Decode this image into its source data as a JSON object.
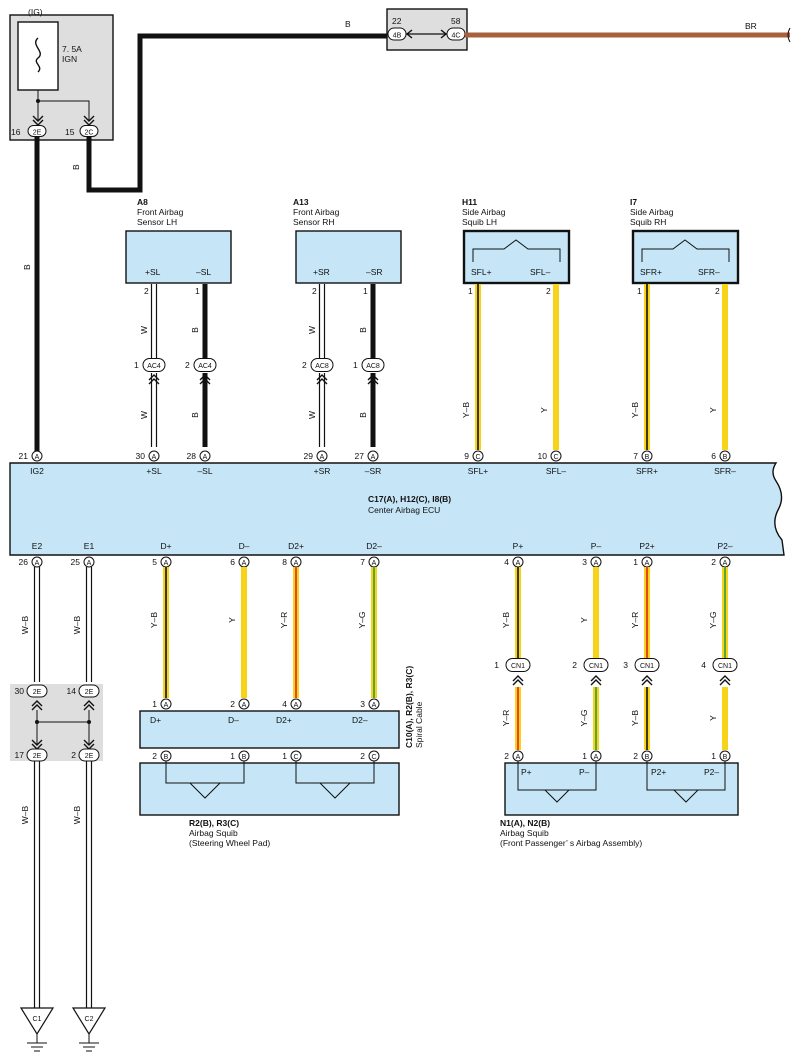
{
  "colors": {
    "ecu_fill": "#c6e6f7",
    "box_fill": "#c6e6f7",
    "junction_fill": "#dedede",
    "wire_black": "#111111",
    "wire_yellow": "#f7d31a",
    "wire_brown": "#a9603c",
    "stripe_red": "#e3251c",
    "stripe_green": "#2e9c3c"
  },
  "fuse": {
    "group": "(IG)",
    "rating": "7. 5A",
    "name": "IGN",
    "out_left": {
      "pin": "16",
      "conn": "2E"
    },
    "out_right": {
      "pin": "15",
      "conn": "2C"
    }
  },
  "top_connector": {
    "left": {
      "pin": "22",
      "conn": "4B"
    },
    "right": {
      "pin": "58",
      "conn": "4C"
    },
    "wire_left": "B",
    "wire_right": "BR"
  },
  "wire_labels": {
    "fuse_2c": "B",
    "ig2_vertical": "B"
  },
  "components": [
    {
      "id": "a8",
      "code": "A8",
      "name1": "Front Airbag",
      "name2": "Sensor LH",
      "t1": "+SL",
      "t2": "–SL"
    },
    {
      "id": "a13",
      "code": "A13",
      "name1": "Front Airbag",
      "name2": "Sensor RH",
      "t1": "+SR",
      "t2": "–SR"
    },
    {
      "id": "h11",
      "code": "H11",
      "name1": "Side Airbag",
      "name2": "Squib LH",
      "t1": "SFL+",
      "t2": "SFL–"
    },
    {
      "id": "i7",
      "code": "I7",
      "name1": "Side Airbag",
      "name2": "Squib RH",
      "t1": "SFR+",
      "t2": "SFR–"
    }
  ],
  "ecu": {
    "code": "C17(A), H12(C), I8(B)",
    "name": "Center Airbag ECU"
  },
  "top_lines": [
    {
      "id": "ig2",
      "comp_pin": "",
      "inline_pin": "",
      "inline_conn": "",
      "wire_top": "",
      "wire_bot": "",
      "ecu_pin": "21",
      "ecu_conn": "A",
      "ecu_label": "IG2"
    },
    {
      "id": "psl",
      "comp_pin": "2",
      "inline_pin": "1",
      "inline_conn": "AC4",
      "wire_top": "W",
      "wire_bot": "W",
      "ecu_pin": "30",
      "ecu_conn": "A",
      "ecu_label": "+SL"
    },
    {
      "id": "msl",
      "comp_pin": "1",
      "inline_pin": "2",
      "inline_conn": "AC4",
      "wire_top": "B",
      "wire_bot": "B",
      "ecu_pin": "28",
      "ecu_conn": "A",
      "ecu_label": "–SL"
    },
    {
      "id": "psr",
      "comp_pin": "2",
      "inline_pin": "2",
      "inline_conn": "AC8",
      "wire_top": "W",
      "wire_bot": "W",
      "ecu_pin": "29",
      "ecu_conn": "A",
      "ecu_label": "+SR"
    },
    {
      "id": "msr",
      "comp_pin": "1",
      "inline_pin": "1",
      "inline_conn": "AC8",
      "wire_top": "B",
      "wire_bot": "B",
      "ecu_pin": "27",
      "ecu_conn": "A",
      "ecu_label": "–SR"
    },
    {
      "id": "sflp",
      "comp_pin": "1",
      "inline_pin": "",
      "inline_conn": "",
      "wire_top": "",
      "wire_bot": "Y–B",
      "ecu_pin": "9",
      "ecu_conn": "C",
      "ecu_label": "SFL+"
    },
    {
      "id": "sflm",
      "comp_pin": "2",
      "inline_pin": "",
      "inline_conn": "",
      "wire_top": "",
      "wire_bot": "Y",
      "ecu_pin": "10",
      "ecu_conn": "C",
      "ecu_label": "SFL–"
    },
    {
      "id": "sfrp",
      "comp_pin": "1",
      "inline_pin": "",
      "inline_conn": "",
      "wire_top": "",
      "wire_bot": "Y–B",
      "ecu_pin": "7",
      "ecu_conn": "B",
      "ecu_label": "SFR+"
    },
    {
      "id": "sfrm",
      "comp_pin": "2",
      "inline_pin": "",
      "inline_conn": "",
      "wire_top": "",
      "wire_bot": "Y",
      "ecu_pin": "6",
      "ecu_conn": "B",
      "ecu_label": "SFR–"
    }
  ],
  "bottom_lines": [
    {
      "id": "e2",
      "ecu_label": "E2",
      "ecu_pin": "26",
      "ecu_conn": "A",
      "wire_mid": "W–B",
      "cn_pin": "",
      "cn_conn": "",
      "wire_low": "",
      "box_pin_top": "30",
      "box_conn_top": "2E",
      "box_pin_bot": "17",
      "box_conn_bot": "2E",
      "wire_ground": "W–B",
      "ground": "C1"
    },
    {
      "id": "e1",
      "ecu_label": "E1",
      "ecu_pin": "25",
      "ecu_conn": "A",
      "wire_mid": "W–B",
      "cn_pin": "",
      "cn_conn": "",
      "wire_low": "",
      "box_pin_top": "14",
      "box_conn_top": "2E",
      "box_pin_bot": "2",
      "box_conn_bot": "2E",
      "wire_ground": "W–B",
      "ground": "C2"
    },
    {
      "id": "dp",
      "ecu_label": "D+",
      "ecu_pin": "5",
      "ecu_conn": "A",
      "wire_mid": "Y–B",
      "cn_pin": "",
      "cn_conn": "",
      "wire_low": "",
      "box_pin_top": "1",
      "box_conn_top": "A",
      "box_pin_bot": "2",
      "box_conn_bot": "B",
      "wire_ground": "",
      "ground": ""
    },
    {
      "id": "dm",
      "ecu_label": "D–",
      "ecu_pin": "6",
      "ecu_conn": "A",
      "wire_mid": "Y",
      "cn_pin": "",
      "cn_conn": "",
      "wire_low": "",
      "box_pin_top": "2",
      "box_conn_top": "A",
      "box_pin_bot": "1",
      "box_conn_bot": "B",
      "wire_ground": "",
      "ground": ""
    },
    {
      "id": "d2p",
      "ecu_label": "D2+",
      "ecu_pin": "8",
      "ecu_conn": "A",
      "wire_mid": "Y–R",
      "cn_pin": "",
      "cn_conn": "",
      "wire_low": "",
      "box_pin_top": "4",
      "box_conn_top": "A",
      "box_pin_bot": "1",
      "box_conn_bot": "C",
      "wire_ground": "",
      "ground": ""
    },
    {
      "id": "d2m",
      "ecu_label": "D2–",
      "ecu_pin": "7",
      "ecu_conn": "A",
      "wire_mid": "Y–G",
      "cn_pin": "",
      "cn_conn": "",
      "wire_low": "",
      "box_pin_top": "3",
      "box_conn_top": "A",
      "box_pin_bot": "2",
      "box_conn_bot": "C",
      "wire_ground": "",
      "ground": ""
    },
    {
      "id": "pp",
      "ecu_label": "P+",
      "ecu_pin": "4",
      "ecu_conn": "A",
      "wire_mid": "Y–B",
      "cn_pin": "1",
      "cn_conn": "CN1",
      "wire_low": "Y–R",
      "box_pin_top": "",
      "box_conn_top": "",
      "box_pin_bot": "2",
      "box_conn_bot": "A",
      "wire_ground": "",
      "ground": ""
    },
    {
      "id": "pm",
      "ecu_label": "P–",
      "ecu_pin": "3",
      "ecu_conn": "A",
      "wire_mid": "Y",
      "cn_pin": "2",
      "cn_conn": "CN1",
      "wire_low": "Y–G",
      "box_pin_top": "",
      "box_conn_top": "",
      "box_pin_bot": "1",
      "box_conn_bot": "A",
      "wire_ground": "",
      "ground": ""
    },
    {
      "id": "p2p",
      "ecu_label": "P2+",
      "ecu_pin": "1",
      "ecu_conn": "A",
      "wire_mid": "Y–R",
      "cn_pin": "3",
      "cn_conn": "CN1",
      "wire_low": "Y–B",
      "box_pin_top": "",
      "box_conn_top": "",
      "box_pin_bot": "2",
      "box_conn_bot": "B",
      "wire_ground": "",
      "ground": ""
    },
    {
      "id": "p2m",
      "ecu_label": "P2–",
      "ecu_pin": "2",
      "ecu_conn": "A",
      "wire_mid": "Y–G",
      "cn_pin": "4",
      "cn_conn": "CN1",
      "wire_low": "Y",
      "box_pin_top": "",
      "box_conn_top": "",
      "box_pin_bot": "1",
      "box_conn_bot": "B",
      "wire_ground": "",
      "ground": ""
    }
  ],
  "spiral": {
    "code": "C10(A), R2(B), R3(C)",
    "name": "Spiral Cable",
    "t1": "D+",
    "t2": "D–",
    "t3": "D2+",
    "t4": "D2–"
  },
  "squib_driver": {
    "code": "R2(B), R3(C)",
    "name1": "Airbag Squib",
    "name2": "(Steering Wheel Pad)"
  },
  "squib_passenger": {
    "code": "N1(A), N2(B)",
    "name1": "Airbag Squib",
    "name2": "(Front Passenger’ s Airbag Assembly)",
    "t1": "P+",
    "t2": "P–",
    "t3": "P2+",
    "t4": "P2–"
  }
}
